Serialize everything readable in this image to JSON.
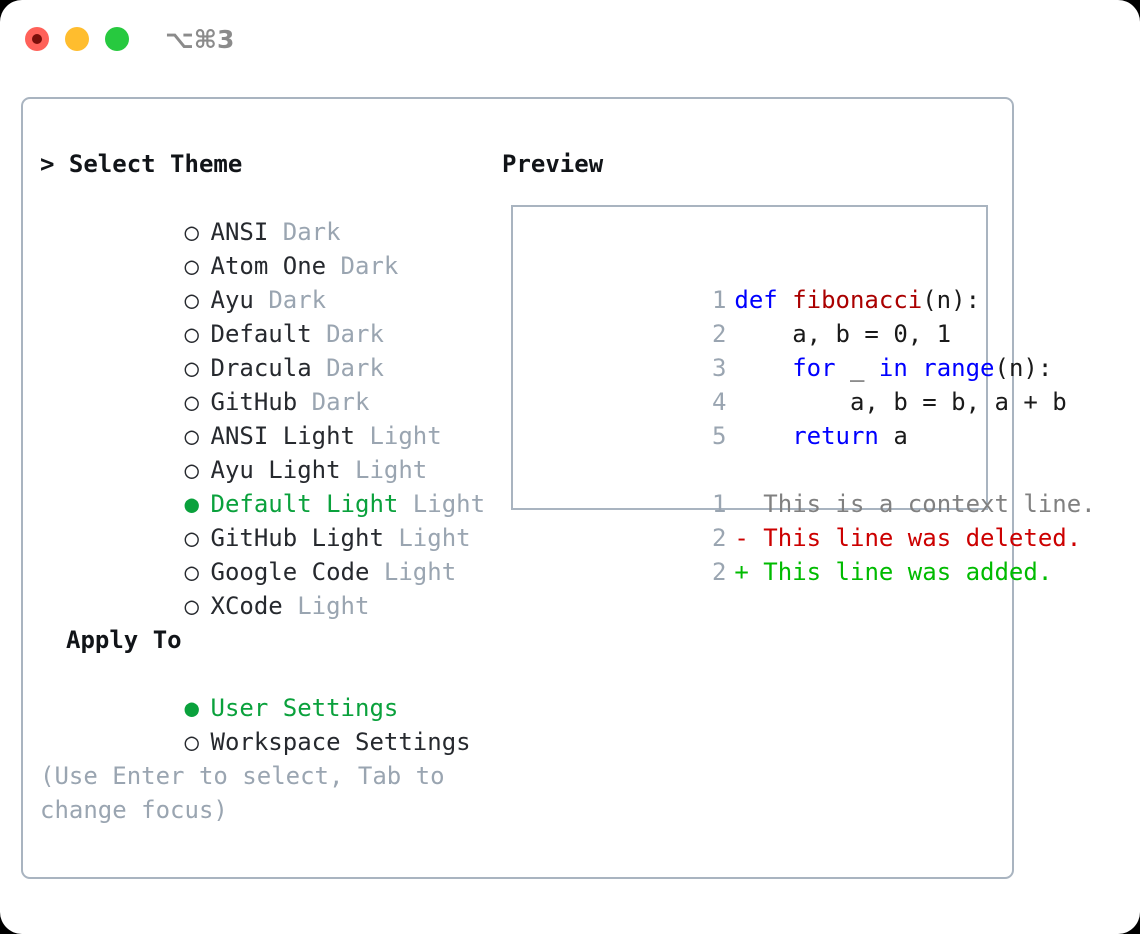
{
  "window": {
    "shortcut": "⌥⌘3",
    "traffic_lights": [
      {
        "name": "close",
        "color": "#ff6159"
      },
      {
        "name": "minimize",
        "color": "#ffbd2e"
      },
      {
        "name": "maximize",
        "color": "#27c93f"
      }
    ]
  },
  "theme_panel": {
    "heading": "> Select Theme",
    "items": [
      {
        "bullet": "○",
        "label": "ANSI",
        "tag": "Dark",
        "selected": false
      },
      {
        "bullet": "○",
        "label": "Atom One",
        "tag": "Dark",
        "selected": false
      },
      {
        "bullet": "○",
        "label": "Ayu",
        "tag": "Dark",
        "selected": false
      },
      {
        "bullet": "○",
        "label": "Default",
        "tag": "Dark",
        "selected": false
      },
      {
        "bullet": "○",
        "label": "Dracula",
        "tag": "Dark",
        "selected": false
      },
      {
        "bullet": "○",
        "label": "GitHub",
        "tag": "Dark",
        "selected": false
      },
      {
        "bullet": "○",
        "label": "ANSI Light",
        "tag": "Light",
        "selected": false
      },
      {
        "bullet": "○",
        "label": "Ayu Light",
        "tag": "Light",
        "selected": false
      },
      {
        "bullet": "●",
        "label": "Default Light",
        "tag": "Light",
        "selected": true
      },
      {
        "bullet": "○",
        "label": "GitHub Light",
        "tag": "Light",
        "selected": false
      },
      {
        "bullet": "○",
        "label": "Google Code",
        "tag": "Light",
        "selected": false
      },
      {
        "bullet": "○",
        "label": "XCode",
        "tag": "Light",
        "selected": false
      }
    ]
  },
  "apply_to": {
    "title": "Apply To",
    "options": [
      {
        "bullet": "●",
        "label": "User Settings",
        "selected": true
      },
      {
        "bullet": "○",
        "label": "Workspace Settings",
        "selected": false
      }
    ]
  },
  "hint": "(Use Enter to select, Tab to\nchange focus)",
  "preview": {
    "title": "Preview",
    "code_lines": [
      {
        "num": "1",
        "segments": [
          {
            "text": "def ",
            "style": "kw"
          },
          {
            "text": "fibonacci",
            "style": "fn"
          },
          {
            "text": "(n):",
            "style": "pl"
          }
        ]
      },
      {
        "num": "2",
        "segments": [
          {
            "text": "    a, b = 0, 1",
            "style": "pl"
          }
        ]
      },
      {
        "num": "3",
        "segments": [
          {
            "text": "    ",
            "style": "pl"
          },
          {
            "text": "for",
            "style": "kw"
          },
          {
            "text": " _ ",
            "style": "pl"
          },
          {
            "text": "in range",
            "style": "kw"
          },
          {
            "text": "(n):",
            "style": "pl"
          }
        ]
      },
      {
        "num": "4",
        "segments": [
          {
            "text": "        a, b = b, a + b",
            "style": "pl"
          }
        ]
      },
      {
        "num": "5",
        "segments": [
          {
            "text": "    ",
            "style": "pl"
          },
          {
            "text": "return",
            "style": "kw"
          },
          {
            "text": " a",
            "style": "pl"
          }
        ]
      }
    ],
    "diff_lines": [
      {
        "num": "1",
        "marker": "  ",
        "text": "This is a context line.",
        "style": "ctx"
      },
      {
        "num": "2",
        "marker": "- ",
        "text": "This line was deleted.",
        "style": "del"
      },
      {
        "num": "2",
        "marker": "+ ",
        "text": "This line was added.",
        "style": "add"
      }
    ]
  },
  "colors": {
    "accent_green": "#0aa13c",
    "muted": "#9aa5b1",
    "keyword": "#0000ff",
    "function": "#aa0000",
    "diff_add": "#00bb00",
    "diff_del": "#cc0000",
    "border": "#a9b4c0"
  }
}
